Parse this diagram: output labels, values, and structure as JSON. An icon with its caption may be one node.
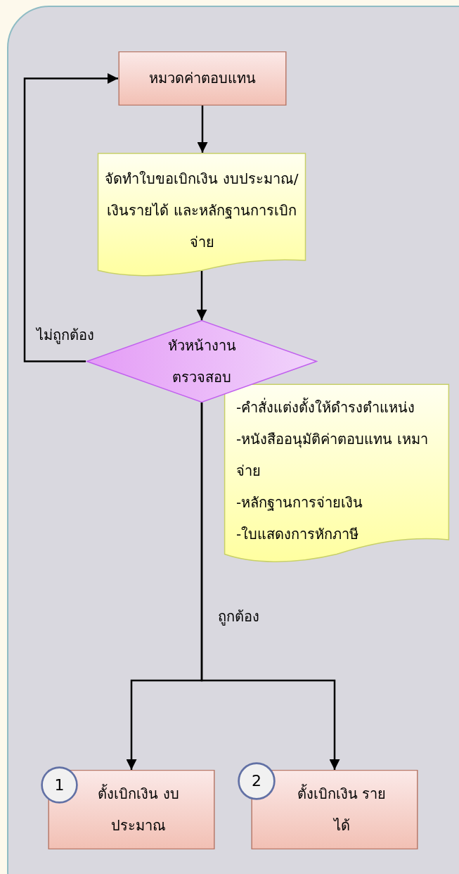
{
  "diagram": {
    "nodes": [
      {
        "text": [
          "หมวดค่าตอบแทน"
        ]
      },
      {
        "text": [
          "จัดทำใบขอเบิกเงิน งบประมาณ/เงินรายได้ และหลักฐานการเบิกจ่าย"
        ]
      },
      {
        "text": [
          "หัวหน้างาน ตรวจสอบ"
        ]
      },
      {
        "text": [
          "-คำสั่งแต่งตั้งให้ดำรงตำแหน่ง",
          "-หนังสืออนุมัติค่าตอบแทน เหมาจ่าย",
          "-หลักฐานการจ่ายเงิน",
          "-ใบแสดงการหักภาษี"
        ]
      },
      {
        "text": [
          "1"
        ]
      },
      {
        "text": [
          "ตั้งเบิกเงิน งบประมาณ"
        ]
      },
      {
        "text": [
          "2"
        ]
      },
      {
        "text": [
          "ตั้งเบิกเงิน รายได้"
        ]
      }
    ],
    "edges": [
      {
        "from": 0,
        "to": 1,
        "arrow": "to"
      },
      {
        "from": 1,
        "to": 2,
        "arrow": "to"
      },
      {
        "from": 2,
        "to": 0,
        "arrow": "to",
        "label": "ไม่ถูกต้อง"
      },
      {
        "from": 2,
        "to": 5,
        "arrow": "to",
        "label": "ถูกต้อง"
      },
      {
        "from": 2,
        "to": 7,
        "arrow": "to"
      }
    ]
  }
}
